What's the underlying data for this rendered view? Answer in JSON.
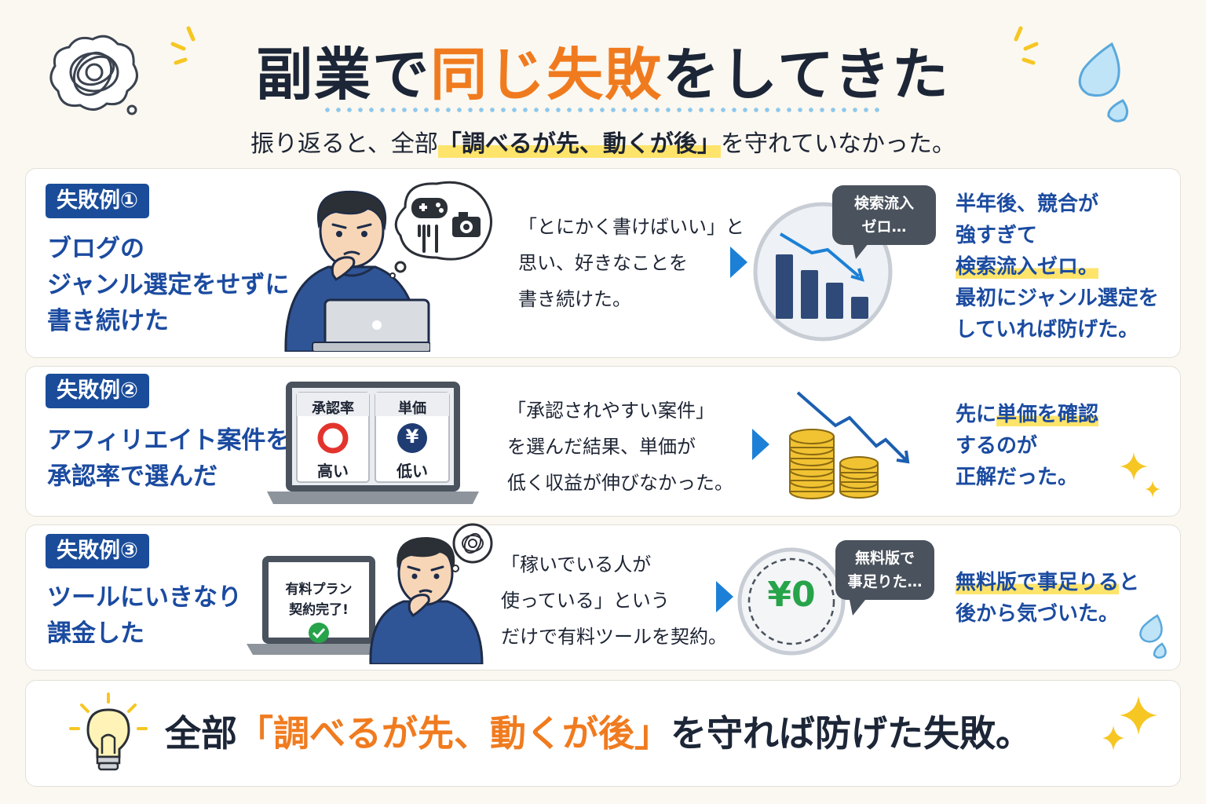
{
  "header": {
    "title_pre": "副業で",
    "title_accent": "同じ失敗",
    "title_post": "をしてきた",
    "subtitle_pre": "振り返ると、全部",
    "subtitle_hl": "「調べるが先、動くが後」",
    "subtitle_post": "を守れていなかった。"
  },
  "cases": [
    {
      "badge": "失敗例①",
      "heading": [
        "ブログの",
        "ジャンル選定をせずに",
        "書き続けた"
      ],
      "quote": [
        "「とにかく書けばいい」と",
        "思い、好きなことを",
        "書き続けた。"
      ],
      "bubble": [
        "検索流入",
        "ゼロ…"
      ],
      "result": [
        {
          "text": "半年後、競合が",
          "hl": false
        },
        {
          "text": "強すぎて",
          "hl": false
        },
        {
          "text": "検索流入ゼロ。",
          "hl": true
        },
        {
          "text": "最初にジャンル選定を",
          "hl": false
        },
        {
          "text": "していれば防げた。",
          "hl": false
        }
      ]
    },
    {
      "badge": "失敗例②",
      "heading": [
        "アフィリエイト案件を",
        "承認率で選んだ"
      ],
      "screen": {
        "left_label": "承認率",
        "left_value": "高い",
        "right_label": "単価",
        "right_symbol": "¥",
        "right_value": "低い"
      },
      "quote": [
        "「承認されやすい案件」",
        "を選んだ結果、単価が",
        "低く収益が伸びなかった。"
      ],
      "result": [
        {
          "pre": "先に",
          "hl": "単価を確認",
          "post": ""
        },
        {
          "pre": "するのが",
          "hl": "",
          "post": ""
        },
        {
          "pre": "正解だった。",
          "hl": "",
          "post": ""
        }
      ]
    },
    {
      "badge": "失敗例③",
      "heading": [
        "ツールにいきなり",
        "課金した"
      ],
      "screen": [
        "有料プラン",
        "契約完了!"
      ],
      "quote": [
        "「稼いでいる人が",
        "使っている」という",
        "だけで有料ツールを契約。"
      ],
      "coin": "¥0",
      "bubble": [
        "無料版で",
        "事足りた…"
      ],
      "result": [
        {
          "pre": "",
          "hl": "無料版で事足りる",
          "post": "と"
        },
        {
          "pre": "後から気づいた。",
          "hl": "",
          "post": ""
        }
      ]
    }
  ],
  "footer": {
    "pre": "全部",
    "accent": "「調べるが先、動くが後」",
    "post": "を守れば防げた失敗。"
  },
  "colors": {
    "navy": "#1c2637",
    "accent_orange": "#f07b1f",
    "badge_blue": "#1a4c9a",
    "heading_blue": "#1b4ba0",
    "highlight_yellow": "#ffe46b",
    "arrow_blue": "#1c80d6",
    "coin_green": "#27a34a"
  },
  "icons": [
    "tangled-thought-icon",
    "sweat-drop-icon",
    "sparkle-icon",
    "game-controller-icon",
    "camera-icon",
    "fork-knife-icon",
    "laptop-icon",
    "bar-chart-down-icon",
    "coin-stack-icon",
    "light-bulb-icon",
    "check-icon",
    "trend-down-arrow-icon"
  ]
}
